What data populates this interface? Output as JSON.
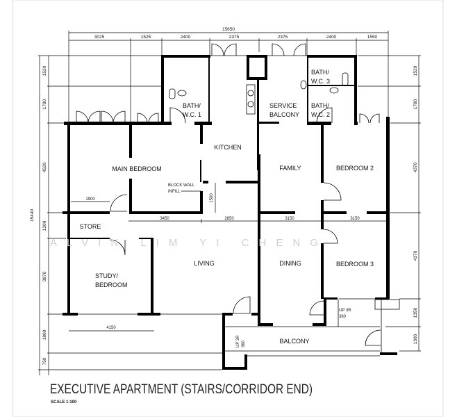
{
  "plan": {
    "title": "EXECUTIVE APARTMENT (STAIRS/CORRIDOR END)",
    "scale": "SCALE 1:100",
    "watermark": "ALVIN LIM YI CHENG",
    "rooms": {
      "bath1_a": "BATH/",
      "bath1_b": "W.C. 1",
      "service_a": "SERVICE",
      "service_b": "BALCONY",
      "bath3_a": "BATH/",
      "bath3_b": "W.C. 3",
      "bath2_a": "BATH/",
      "bath2_b": "W.C. 2",
      "kitchen": "KITCHEN",
      "main_bedroom": "MAIN BEDROOM",
      "family": "FAMILY",
      "bedroom2": "BEDROOM 2",
      "block_a": "BLOCK WALL",
      "block_b": "INFILL",
      "store": "STORE",
      "living": "LIVING",
      "dining": "DINING",
      "bedroom3": "BEDROOM 3",
      "study_a": "STUDY/",
      "study_b": "BEDROOM",
      "balcony": "BALCONY",
      "stair1_a": "UP 3R",
      "stair1_b": "360",
      "stair2_a": "UP 3R",
      "stair2_b": "360"
    },
    "dims": {
      "total_width": "15650",
      "top": [
        "3025",
        "1525",
        "2400",
        "2375",
        "2375",
        "2400",
        "1550"
      ],
      "total_height": "15440",
      "left": [
        "1520",
        "1780",
        "4520",
        "1200",
        "3870",
        "1800",
        "750"
      ],
      "right": [
        "1520",
        "1780",
        "4370",
        "4370",
        "1350",
        "1300"
      ],
      "inner": {
        "d1900": "1900",
        "d3450": "3450",
        "d2850": "2850",
        "d3150a": "3150",
        "d3150b": "3150",
        "d4150": "4150",
        "d1500": "1500"
      }
    }
  }
}
